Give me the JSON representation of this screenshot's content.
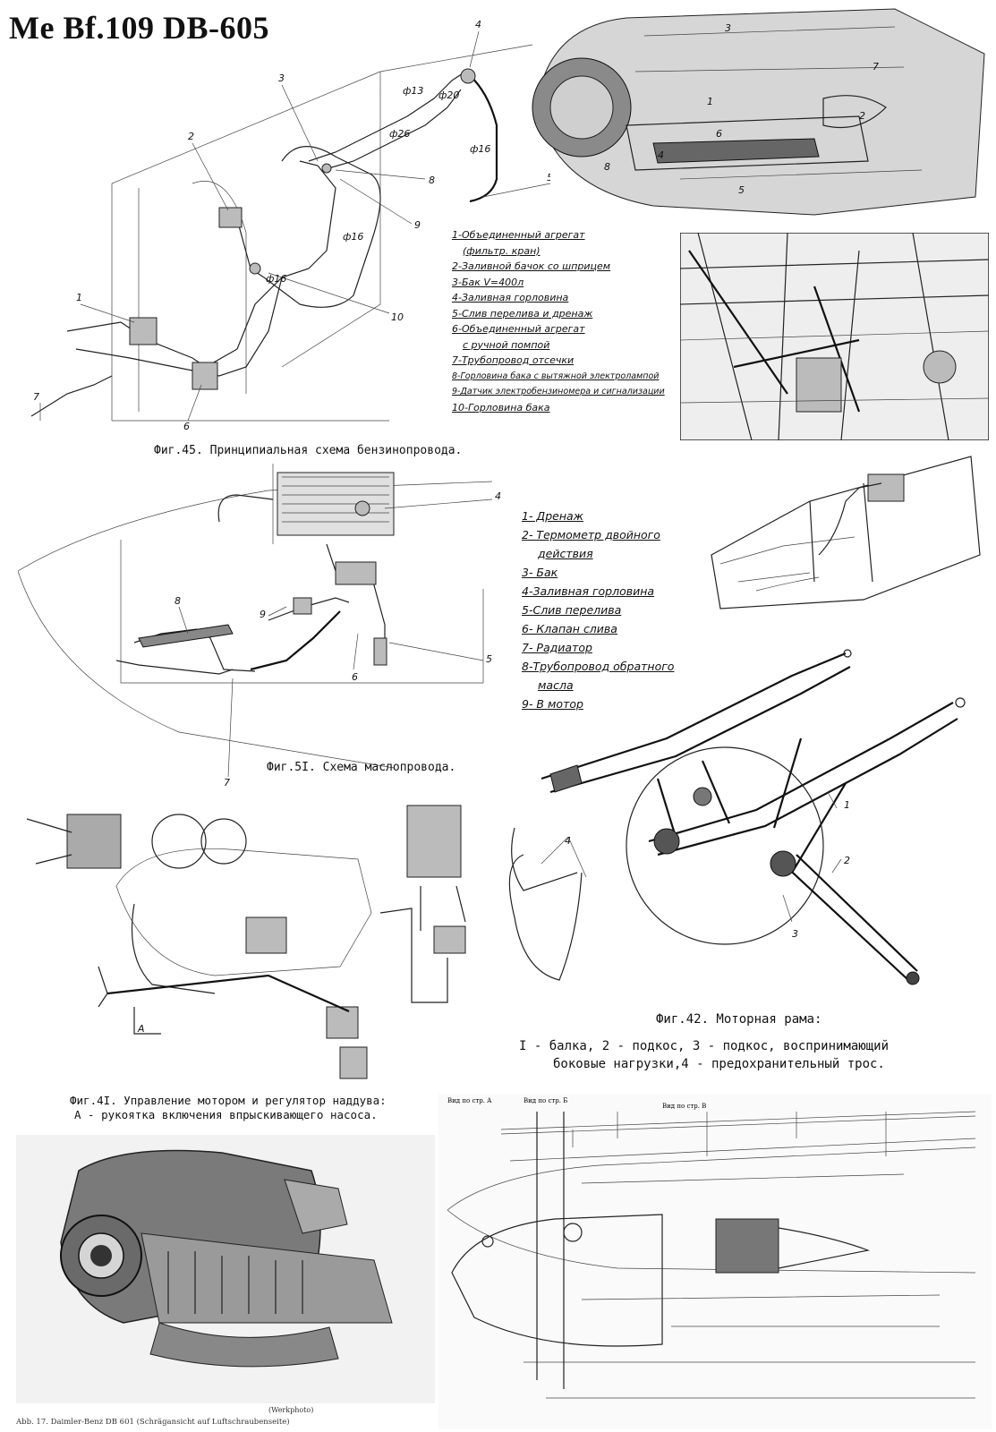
{
  "page": {
    "title": "Me Bf.109 DB-605"
  },
  "fig45": {
    "caption": "Фиг.45. Принципиальная схема бензинопровода.",
    "legend": [
      "1-Объединенный агрегат",
      "(фильтр. кран)",
      "2-Заливной бачок со шприцем",
      "3-Бак V=400л",
      "4-Заливная горловина",
      "5-Слив перелива и дренаж",
      "6-Объединенный агрегат",
      "с ручной помпой",
      "7-Трубопровод отсечки",
      "8-Горловина бака с вытяжной электролампой",
      "9-Датчик электробензиномера и сигнализации",
      "10-Горловина бака"
    ],
    "callouts": [
      "1",
      "2",
      "3",
      "4",
      "5",
      "6",
      "7",
      "8",
      "9",
      "10"
    ],
    "pipe_labels": [
      "ф13",
      "ф20",
      "ф26",
      "ф16",
      "ф16",
      "ф16"
    ]
  },
  "cowl": {
    "callouts": [
      "1",
      "2",
      "3",
      "4",
      "5",
      "6",
      "7",
      "8"
    ]
  },
  "fig51": {
    "caption": "Фиг.5I. Схема маслопровода.",
    "legend": [
      "1- Дренаж",
      "2- Термометр двойного",
      "действия",
      "3- Бак",
      "4-Заливная горловина",
      "5-Слив перелива",
      "6- Клапан слива",
      "7- Радиатор",
      "8-Трубопровод обратного",
      "масла",
      "9- В мотор"
    ],
    "callouts": [
      "4",
      "8",
      "9",
      "6",
      "5",
      "7"
    ]
  },
  "fig42": {
    "caption": "Фиг.42. Моторная рама:",
    "caption_line2": "I - балка, 2 - подкос, 3 - подкос, воспринимающий",
    "caption_line3": "боковые нагрузки,4 - предохранительный трос.",
    "callouts": [
      "1",
      "2",
      "3",
      "4"
    ]
  },
  "fig41": {
    "caption": "Фиг.4I. Управление мотором и регулятор наддува:",
    "caption_line2": "А - рукоятка включения впрыскивающего насоса.",
    "callouts": [
      "A"
    ]
  },
  "photo": {
    "credit": "(Werkphoto)",
    "caption": "Abb. 17. Daimler-Benz DB 601 (Schrägansicht auf Luftschraubenseite)"
  },
  "drawing": {
    "labels": [
      "Вид по стр. А",
      "Вид по стр. Б",
      "Вид по стр. В"
    ]
  }
}
